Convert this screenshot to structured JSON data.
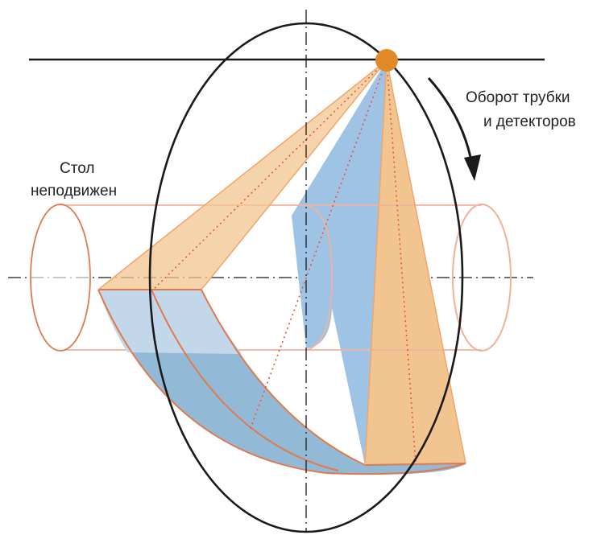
{
  "labels": {
    "table_line1": "Стол",
    "table_line2": "неподвижен",
    "rotation_line1": "Оборот трубки",
    "rotation_line2": "и детекторов"
  },
  "colors": {
    "outline": "#1a1a1a",
    "tube_source": "#e08a2a",
    "beam_orange": "#f2c590",
    "beam_blue": "#9ec3e4",
    "detector_blue": "#86b3d2",
    "detector_light": "#c3d7eb",
    "edge_orange": "#e07a4e",
    "cylinder_outline": "#f0b39c"
  }
}
